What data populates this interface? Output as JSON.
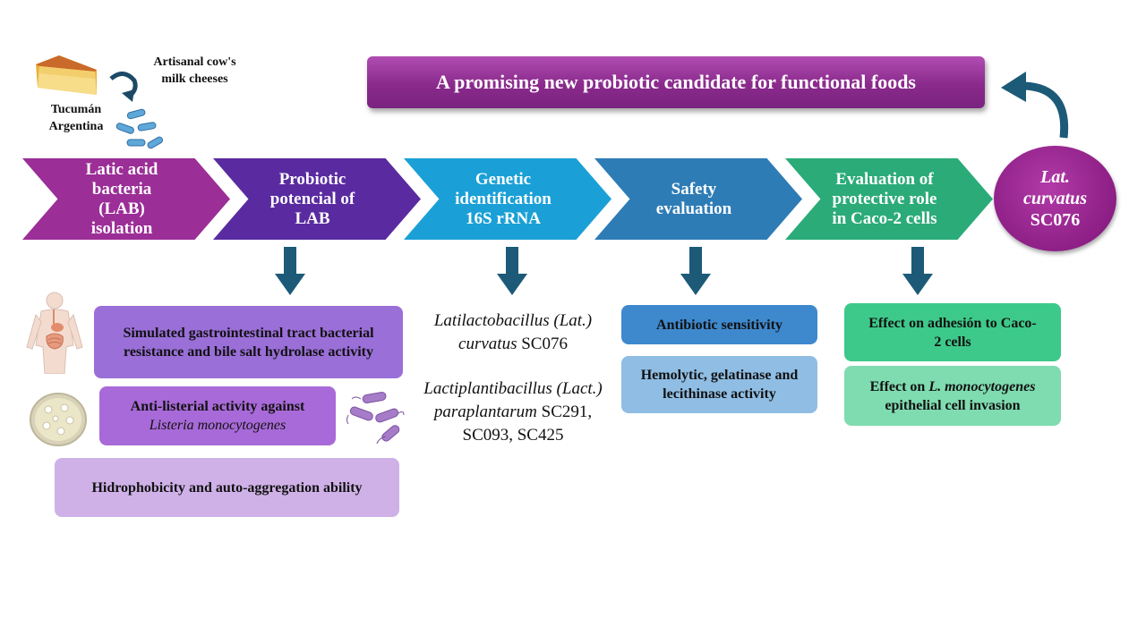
{
  "banner": {
    "text": "A promising new probiotic candidate for functional foods"
  },
  "origin": {
    "cheese_label_line1": "Artisanal cow's",
    "cheese_label_line2": "milk cheeses",
    "location_line1": "Tucumán",
    "location_line2": "Argentina"
  },
  "steps": [
    {
      "line1": "Latic acid",
      "line2": "bacteria",
      "line3": "(LAB)",
      "line4": "isolation"
    },
    {
      "line1": "Probiotic",
      "line2": "potencial of",
      "line3": "LAB"
    },
    {
      "line1": "Genetic",
      "line2": "identification",
      "line3": "16S rRNA"
    },
    {
      "line1": "Safety",
      "line2": "evaluation"
    },
    {
      "line1": "Evaluation of",
      "line2": "protective role",
      "line3": "in Caco-2 cells"
    }
  ],
  "result": {
    "line1": "Lat.",
    "line2": "curvatus",
    "line3": "SC076"
  },
  "probiotic_tests": {
    "gi_line1": "Simulated gastrointestinal tract bacterial",
    "gi_line2": "resistance and bile salt hydrolase activity",
    "listeria_line1": "Anti-listerial activity against",
    "listeria_line2": "Listeria monocytogenes",
    "hydro": "Hidrophobicity and auto-aggregation ability"
  },
  "identification": {
    "sp1_italic": "Latilactobacillus (Lat.)",
    "sp1_italic2": "curvatus",
    "sp1_strain": " SC076",
    "sp2_italic": "Lactiplantibacillus (Lact.)",
    "sp2_italic2": "paraplantarum",
    "sp2_strain": " SC291,",
    "sp2_strain2": "SC093, SC425"
  },
  "safety": {
    "antibiotic": "Antibiotic sensitivity",
    "hemo_line1": "Hemolytic, gelatinase and",
    "hemo_line2": "lecithinase activity"
  },
  "protective": {
    "adhesion_line1": "Effect on adhesión to Caco-",
    "adhesion_line2": "2 cells",
    "invasion_prefix": "Effect on ",
    "invasion_italic": "L. monocytogenes",
    "invasion_line2": "epithelial cell invasion"
  },
  "colors": {
    "step1": "#9b2e97",
    "step2": "#5a2ba0",
    "step3": "#1aa0d6",
    "step4": "#2e7cb6",
    "step5": "#2bab78",
    "banner": "#8a2a8c",
    "circle": "#8d1f86",
    "arrow": "#1c5a78"
  },
  "icons": [
    "cheese-icon",
    "curved-arrow-icon",
    "bacteria-icon",
    "human-digestive-icon",
    "petri-dish-icon",
    "rod-bacteria-icon",
    "down-arrow-icon"
  ]
}
